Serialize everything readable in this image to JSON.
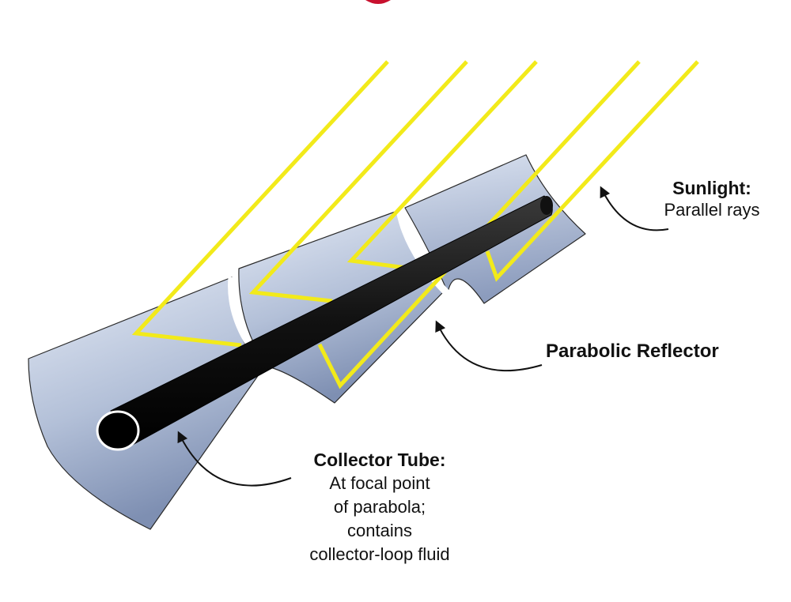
{
  "labels": {
    "sunlight_title": "Sunlight:",
    "sunlight_sub": "Parallel rays",
    "reflector": "Parabolic Reflector",
    "tube_title": "Collector Tube:",
    "tube_lines": [
      "At focal point",
      "of parabola;",
      "contains",
      "collector-loop fluid"
    ]
  },
  "colors": {
    "sun_ray": "#f2ea1a",
    "mirror_light": "#dfe6f3",
    "mirror_dark": "#8797b8",
    "tube": "#151515",
    "title_mark": "#c8102e"
  }
}
